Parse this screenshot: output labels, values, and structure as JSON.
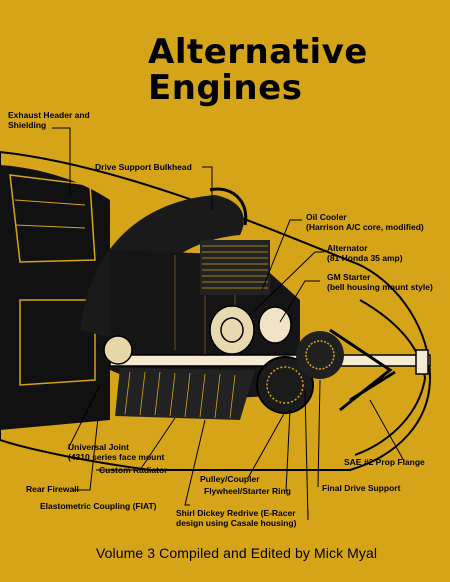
{
  "cover": {
    "title_line_1": "Alternative",
    "title_line_2": "Engines",
    "subtitle": "Volume 3 Compiled and Edited by Mick Myal",
    "background_color": "#d6a419",
    "ink_color": "#000000"
  },
  "callouts": {
    "exhaust_header": {
      "line1": "Exhaust Header and",
      "line2": "Shielding"
    },
    "drive_support_bulkhead": {
      "line1": "Drive Support Bulkhead"
    },
    "oil_cooler": {
      "line1": "Oil Cooler",
      "line2": "(Harrison A/C core, modified)"
    },
    "alternator": {
      "line1": "Alternator",
      "line2": "(81 Honda 35 amp)"
    },
    "gm_starter": {
      "line1": "GM Starter",
      "line2": "(bell housing mount style)"
    },
    "universal_joint": {
      "line1": "Universal Joint",
      "line2": "(4310 series face mount"
    },
    "custom_radiator": {
      "line1": "Custom Radiator"
    },
    "rear_firewall": {
      "line1": "Rear Firewall"
    },
    "pulley_coupler": {
      "line1": "Pulley/Coupler"
    },
    "sae_prop_flange": {
      "line1": "SAE #2 Prop Flange"
    },
    "elastometric_coupling": {
      "line1": "Elastometric Coupling (FIAT)"
    },
    "flywheel_starter_ring": {
      "line1": "Flywheel/Starter Ring"
    },
    "final_drive_support": {
      "line1": "Final Drive Support"
    },
    "shirl_dickey_redrive": {
      "line1": "Shirl Dickey Redrive (E-Racer",
      "line2": "design using Casale housing)"
    }
  }
}
